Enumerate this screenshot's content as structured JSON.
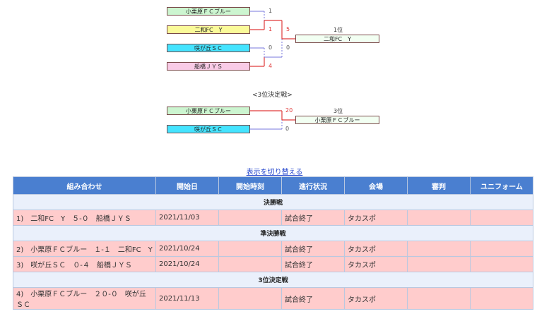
{
  "bracket": {
    "teams": [
      {
        "name": "小栗原ＦＣブルー",
        "score": "1"
      },
      {
        "name": "二和FC　Y",
        "score": "1"
      },
      {
        "name": "咲が丘ＳＣ",
        "score": "0"
      },
      {
        "name": "船橋ＪＹＳ",
        "score": "4"
      }
    ],
    "final_scores": [
      "5",
      "0"
    ],
    "champion": {
      "rank": "1位",
      "name": "二和FC　Y"
    }
  },
  "third_place": {
    "title": "<3位決定戦>",
    "teams": [
      {
        "name": "小栗原ＦＣブルー",
        "score": "20"
      },
      {
        "name": "咲が丘ＳＣ",
        "score": "0"
      }
    ],
    "result": {
      "rank": "3位",
      "name": "小栗原ＦＣブルー"
    }
  },
  "toggle_label": "表示を切り替える",
  "table": {
    "headers": [
      "組み合わせ",
      "開始日",
      "開始時刻",
      "進行状況",
      "会場",
      "審判",
      "ユニフォーム"
    ],
    "sections": [
      {
        "title": "決勝戦",
        "rows": [
          {
            "match": "1)　二和FC　Y　５-０　船橋ＪＹＳ",
            "date": "2021/11/03",
            "time": "",
            "status": "試合終了",
            "venue": "タカスポ",
            "referee": "",
            "uniform": ""
          }
        ]
      },
      {
        "title": "準決勝戦",
        "rows": [
          {
            "match": "2)　小栗原ＦＣブルー　１-１　二和FC　Y",
            "date": "2021/10/24",
            "time": "",
            "status": "試合終了",
            "venue": "タカスポ",
            "referee": "",
            "uniform": ""
          },
          {
            "match": "3)　咲が丘ＳＣ　０-４　船橋ＪＹＳ",
            "date": "2021/10/24",
            "time": "",
            "status": "試合終了",
            "venue": "タカスポ",
            "referee": "",
            "uniform": ""
          }
        ]
      },
      {
        "title": "3位決定戦",
        "rows": [
          {
            "match": "4)　小栗原ＦＣブルー　２０-０　咲が丘ＳＣ",
            "date": "2021/11/13",
            "time": "",
            "status": "試合終了",
            "venue": "タカスポ",
            "referee": "",
            "uniform": ""
          }
        ]
      }
    ]
  }
}
